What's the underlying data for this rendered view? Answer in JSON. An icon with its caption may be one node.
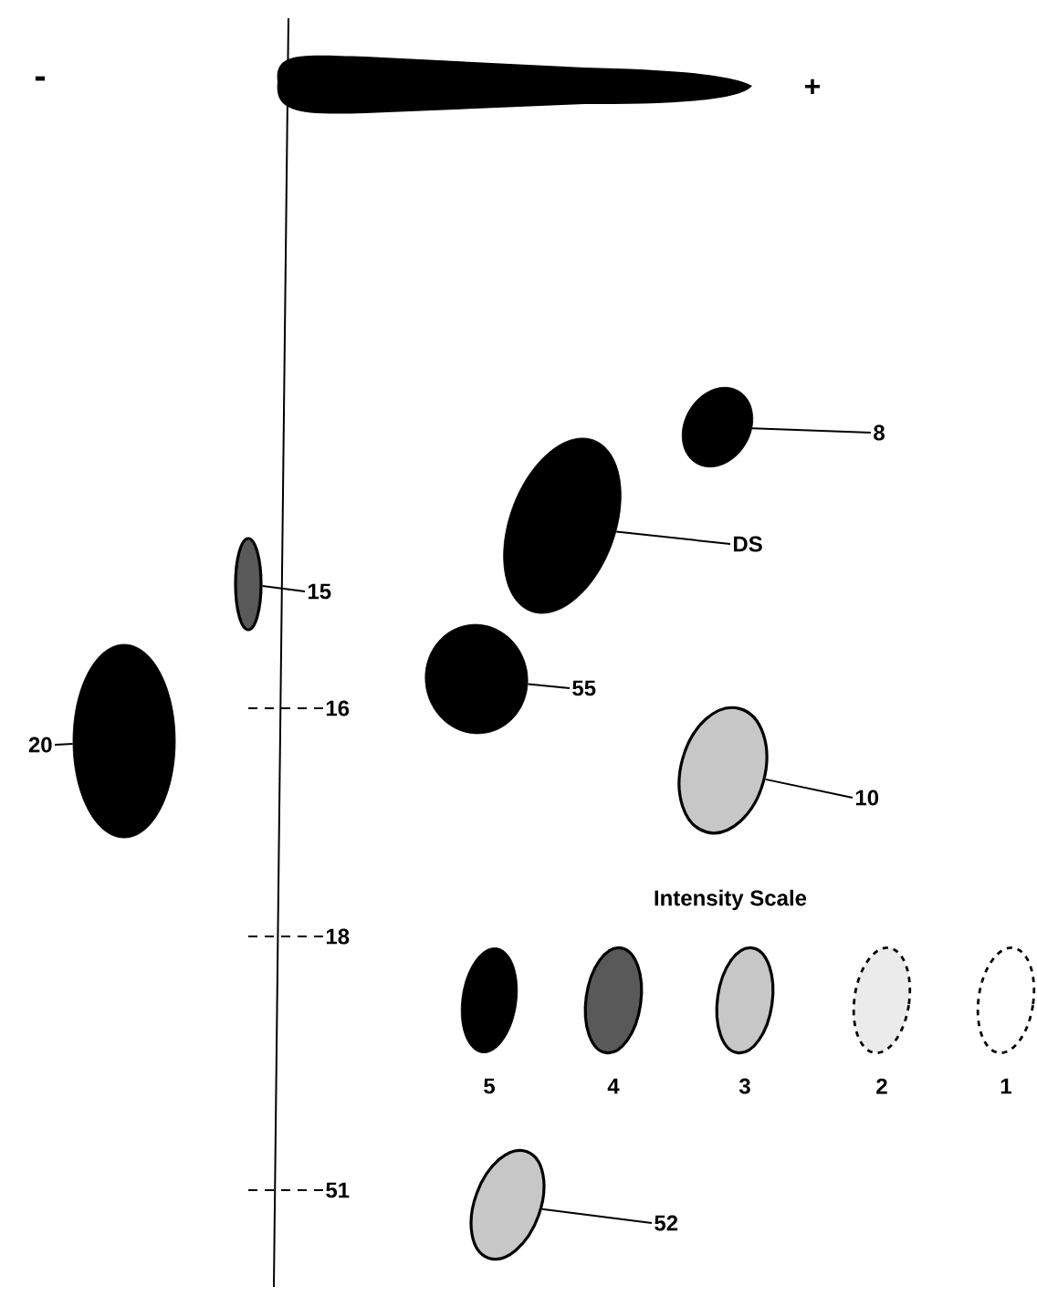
{
  "diagram": {
    "nodes": [
      {
        "text": [
          "8"
        ]
      },
      {
        "text": [],
        "shape": "ellipse"
      },
      {
        "text": [
          "DS"
        ]
      },
      {
        "text": [],
        "shape": "ellipse"
      },
      {
        "text": [
          "15"
        ]
      },
      {
        "text": [],
        "shape": "ellipse"
      },
      {
        "text": [
          "16"
        ]
      },
      {
        "text": [
          "55"
        ]
      },
      {
        "text": [],
        "shape": "ellipse"
      },
      {
        "text": [
          "20"
        ]
      },
      {
        "text": [],
        "shape": "ellipse"
      },
      {
        "text": [
          "10"
        ]
      },
      {
        "text": [],
        "shape": "ellipse"
      },
      {
        "text": [
          "18"
        ]
      },
      {
        "text": [
          "51"
        ]
      },
      {
        "text": [
          "52"
        ]
      },
      {
        "text": [],
        "shape": "ellipse"
      }
    ],
    "edges": [
      {
        "from": 0,
        "to": 1,
        "arrow": "none"
      },
      {
        "from": 2,
        "to": 3,
        "arrow": "none"
      },
      {
        "from": 4,
        "to": 5,
        "arrow": "none"
      },
      {
        "from": 6,
        "to": null,
        "arrow": "none",
        "style": "dashed"
      },
      {
        "from": 7,
        "to": 8,
        "arrow": "none"
      },
      {
        "from": 9,
        "to": 10,
        "arrow": "none"
      },
      {
        "from": 11,
        "to": 12,
        "arrow": "none"
      },
      {
        "from": 13,
        "to": null,
        "arrow": "none",
        "style": "dashed"
      },
      {
        "from": 14,
        "to": null,
        "arrow": "none",
        "style": "dashed"
      },
      {
        "from": 15,
        "to": 16,
        "arrow": "none"
      }
    ],
    "labels": [
      "-",
      "+",
      "Intensity Scale"
    ],
    "legend": [
      {
        "text": "5"
      },
      {
        "text": "4"
      },
      {
        "text": "3"
      },
      {
        "text": "2"
      },
      {
        "text": "1"
      }
    ]
  }
}
